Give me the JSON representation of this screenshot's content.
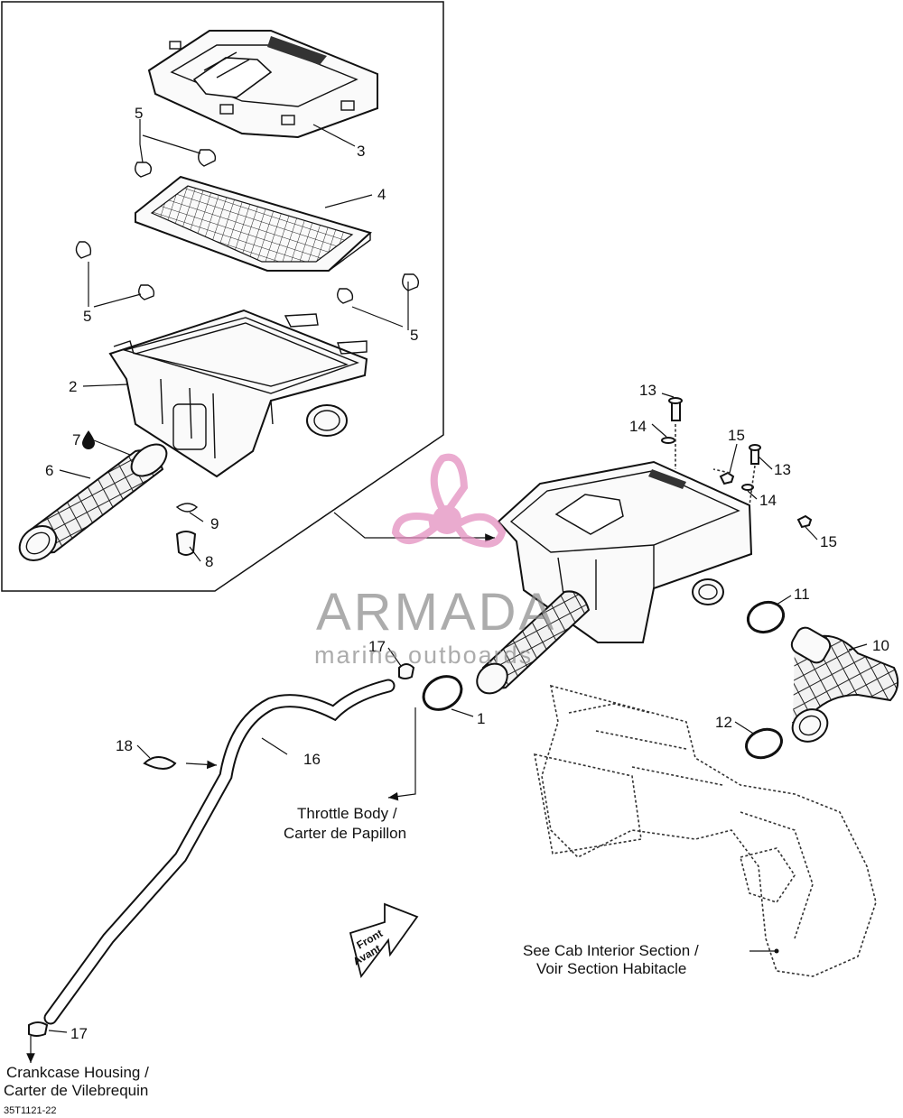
{
  "labels": {
    "n1": "1",
    "n2": "2",
    "n3": "3",
    "n4": "4",
    "n5a": "5",
    "n5b": "5",
    "n5c": "5",
    "n6": "6",
    "n7": "7",
    "n8": "8",
    "n9": "9",
    "n10": "10",
    "n11": "11",
    "n12": "12",
    "n13a": "13",
    "n13b": "13",
    "n14a": "14",
    "n14b": "14",
    "n15a": "15",
    "n15b": "15",
    "n16": "16",
    "n17a": "17",
    "n17b": "17",
    "n18": "18"
  },
  "captions": {
    "throttle_en": "Throttle Body /",
    "throttle_fr": "Carter de Papillon",
    "cab_en": "See Cab Interior Section /",
    "cab_fr": "Voir Section Habitacle",
    "crank_en": "Crankcase Housing /",
    "crank_fr": "Carter de Vilebrequin",
    "front_en": "Front",
    "front_fr": "Avant",
    "ref_code": "35T1121-22"
  },
  "watermark": {
    "brand": "ARMADA",
    "tagline": "marine outboards",
    "accent_color": "#e48fc0"
  }
}
